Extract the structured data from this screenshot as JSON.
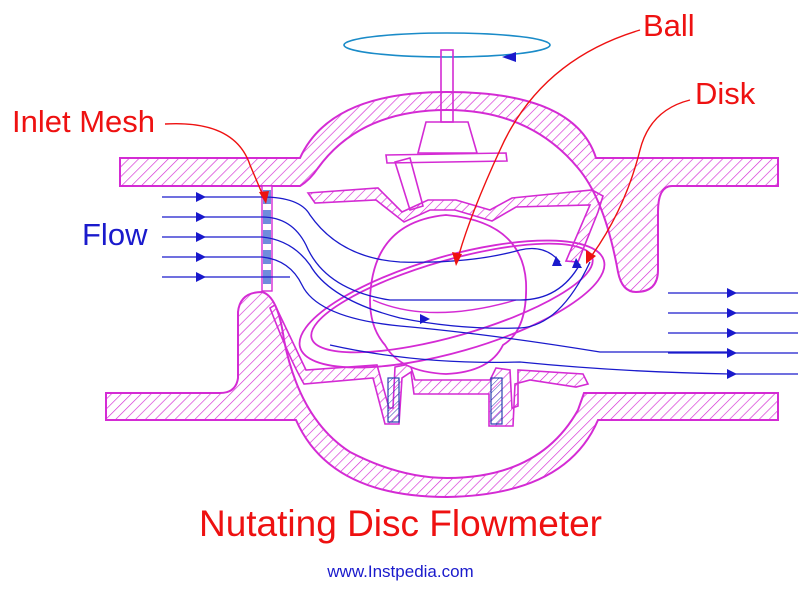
{
  "labels": {
    "ball": "Ball",
    "disk": "Disk",
    "inlet_mesh": "Inlet Mesh",
    "flow": "Flow"
  },
  "title": "Nutating Disc Flowmeter",
  "website": "www.Instpedia.com",
  "colors": {
    "body_outline": "#d42bd4",
    "flow_lines": "#1a1acc",
    "labels": "#ee1111",
    "title": "#ee1111",
    "website": "#1a1acc",
    "mesh_fill": "#6f8ddc"
  },
  "icons": {
    "rotation": "rotation-arrow-icon",
    "flow_arrow": "arrowhead-icon"
  }
}
